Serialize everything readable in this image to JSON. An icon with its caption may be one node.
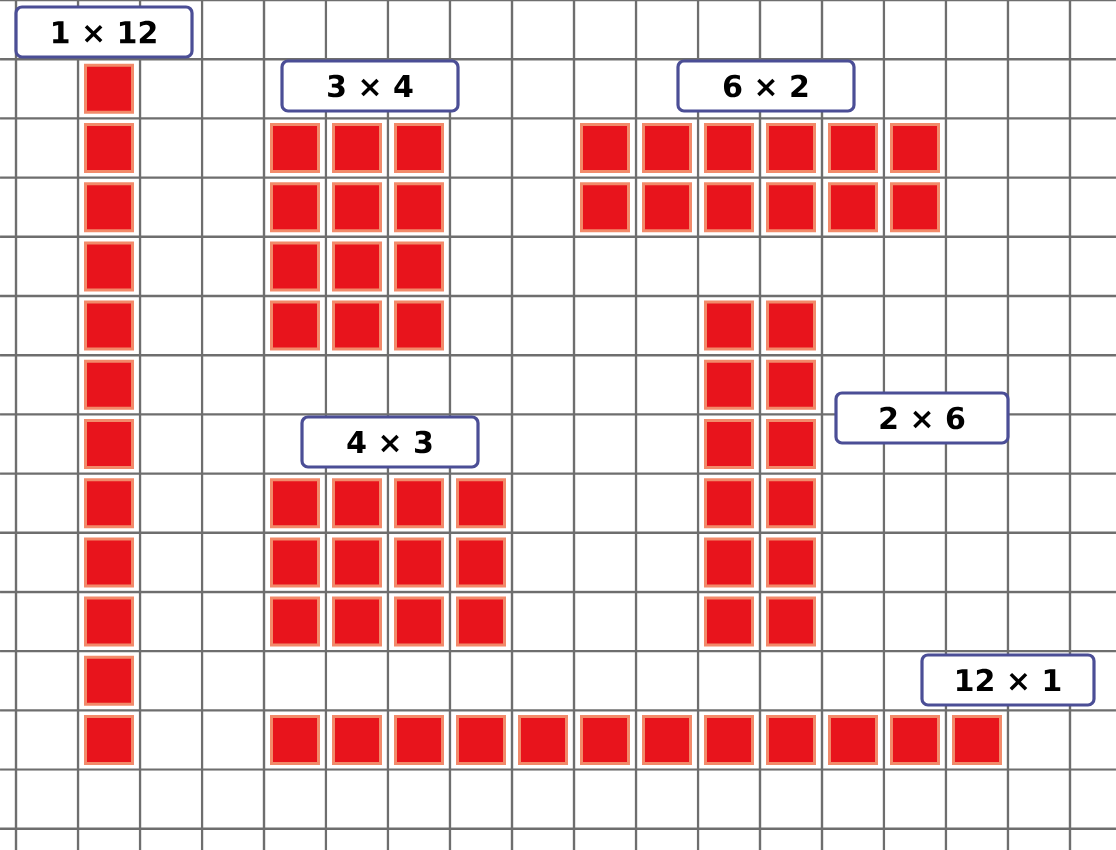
{
  "diagram": {
    "nodes": [
      {
        "text": [
          "1 × 12"
        ]
      },
      {
        "text": [
          "3 × 4"
        ]
      },
      {
        "text": [
          "6 × 2"
        ]
      },
      {
        "text": [
          "2 × 6"
        ]
      },
      {
        "text": [
          "4 × 3"
        ]
      },
      {
        "text": [
          "12 × 1"
        ]
      }
    ]
  }
}
